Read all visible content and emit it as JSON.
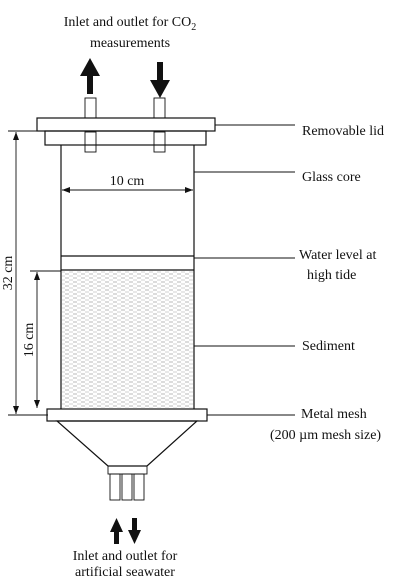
{
  "top_caption": {
    "line1_prefix": "Inlet and outlet for CO",
    "line1_sub": "2",
    "line2": "measurements"
  },
  "labels": {
    "lid": "Removable lid",
    "glass": "Glass core",
    "water_line1": "Water level at",
    "water_line2": "high tide",
    "sediment": "Sediment",
    "mesh_line1": "Metal mesh",
    "mesh_line2": "(200 µm mesh size)"
  },
  "dimensions": {
    "width": "10 cm",
    "total_height": "32 cm",
    "sediment_height": "16 cm"
  },
  "bottom_caption": {
    "line1": "Inlet and outlet for",
    "line2": "artificial seawater"
  },
  "colors": {
    "ink": "#111111",
    "sediment_dash": "#9a9a9a",
    "background": "#ffffff"
  }
}
